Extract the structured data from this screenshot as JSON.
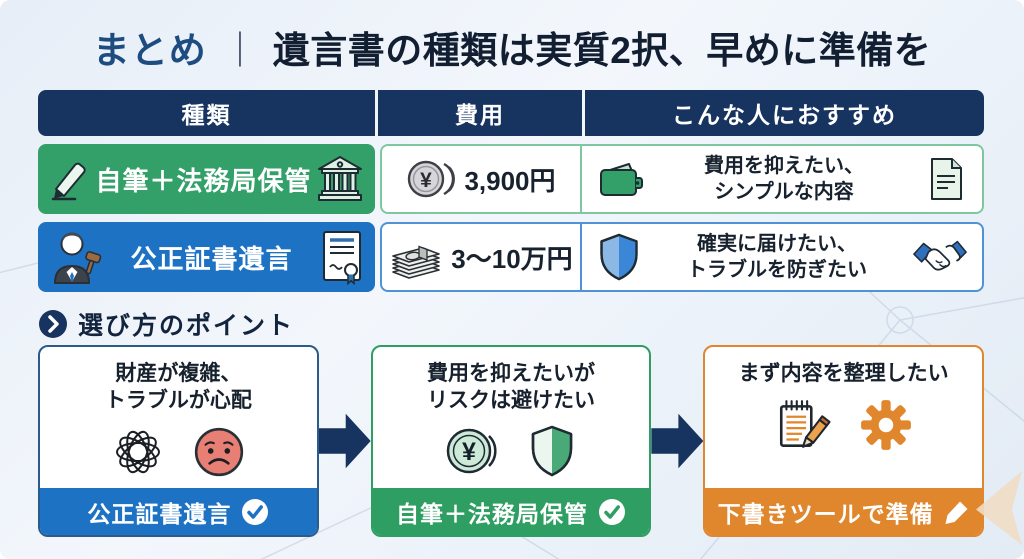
{
  "title": {
    "prefix": "まとめ",
    "separator": "｜",
    "main": "遺言書の種類は実質2択、早めに準備を"
  },
  "colors": {
    "header_navy": "#17335f",
    "row_green": "#33a06a",
    "row_blue": "#1e72c4",
    "accent_orange": "#e0862c",
    "title_prefix_blue": "#1d4d80",
    "title_dark": "#121f33",
    "background": "#edf3fa"
  },
  "table": {
    "headers": [
      "種類",
      "費用",
      "こんな人におすすめ"
    ],
    "rows": [
      {
        "type_label": "自筆＋法務局保管",
        "type_icons": [
          "pen-icon",
          "bank-building-icon"
        ],
        "cost": "3,900円",
        "cost_icon": "gray-coin-icon",
        "recommend_line1": "費用を抑えたい、",
        "recommend_line2": "シンプルな内容",
        "recommend_icons": [
          "wallet-icon",
          "document-icon"
        ]
      },
      {
        "type_label": "公正証書遺言",
        "type_icons": [
          "notary-person-icon",
          "certificate-icon"
        ],
        "cost": "3〜10万円",
        "cost_icon": "banknotes-icon",
        "recommend_line1": "確実に届けたい、",
        "recommend_line2": "トラブルを防ぎたい",
        "recommend_icons": [
          "shield-blue-icon",
          "handshake-icon"
        ]
      }
    ]
  },
  "points": {
    "heading": "選び方のポイント",
    "heading_icon": "chevron-right-circle-icon",
    "boxes": [
      {
        "line1": "財産が複雑、",
        "line2": "トラブルが心配",
        "icons": [
          "tangled-knot-icon",
          "worried-face-icon"
        ],
        "footer_label": "公正証書遺言",
        "footer_icon": "check-circle-icon"
      },
      {
        "line1": "費用を抑えたいが",
        "line2": "リスクは避けたい",
        "icons": [
          "yen-coin-green-icon",
          "shield-green-icon"
        ],
        "footer_label": "自筆＋法務局保管",
        "footer_icon": "check-circle-icon"
      },
      {
        "line1": "まず内容を整理したい",
        "line2": "",
        "icons": [
          "notepad-pencil-icon",
          "gear-icon"
        ],
        "footer_label": "下書きツールで準備",
        "footer_icon": "pencil-icon"
      }
    ]
  }
}
